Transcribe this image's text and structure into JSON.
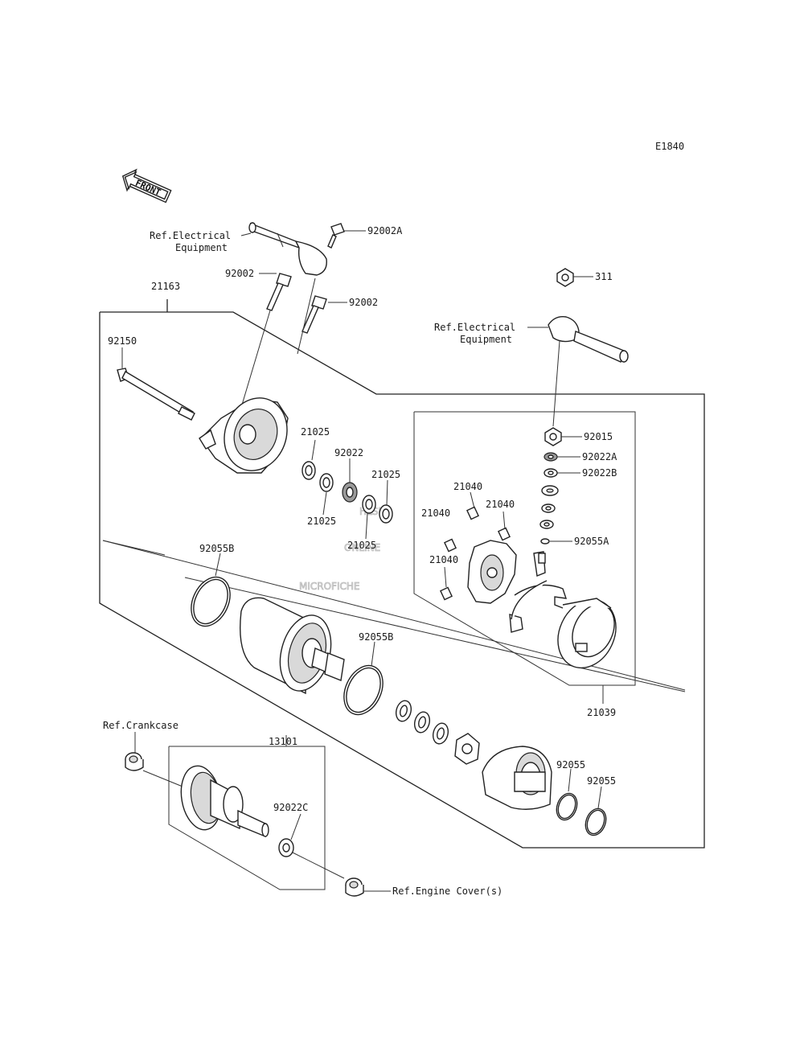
{
  "diagram_id": "E1840",
  "front_label": "FRONT",
  "watermark": {
    "line1": "HLSM",
    "line2": "ONLINE",
    "line3": "MICROFICHE"
  },
  "refs": {
    "electrical_1_line1": "Ref.Electrical",
    "electrical_1_line2": "Equipment",
    "electrical_2_line1": "Ref.Electrical",
    "electrical_2_line2": "Equipment",
    "crankcase": "Ref.Crankcase",
    "engine_cover": "Ref.Engine Cover(s)"
  },
  "parts": {
    "p92002A": "92002A",
    "p92002_a": "92002",
    "p92002_b": "92002",
    "p21163": "21163",
    "p92150": "92150",
    "p311": "311",
    "p21025_a": "21025",
    "p92022": "92022",
    "p21025_b": "21025",
    "p21025_c": "21025",
    "p21025_d": "21025",
    "p21040_a": "21040",
    "p21040_b": "21040",
    "p21040_c": "21040",
    "p21040_d": "21040",
    "p92015": "92015",
    "p92022A": "92022A",
    "p92022B": "92022B",
    "p92055A": "92055A",
    "p92055B_a": "92055B",
    "p92055B_b": "92055B",
    "p21039": "21039",
    "p13101": "13101",
    "p92022C": "92022C",
    "p92055_a": "92055",
    "p92055_b": "92055"
  }
}
